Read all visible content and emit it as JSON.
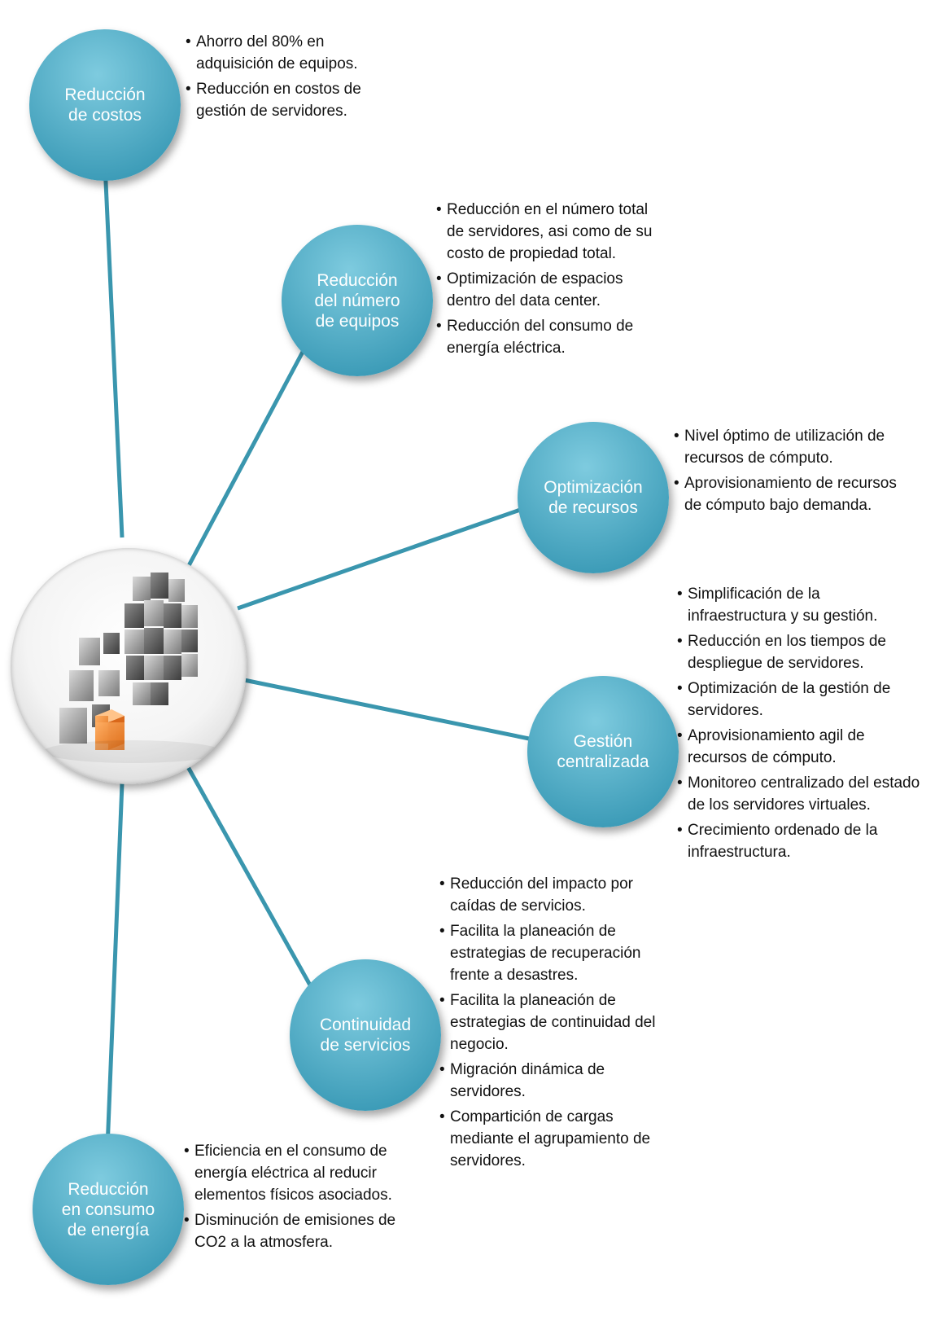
{
  "diagram": {
    "colors": {
      "line": "#3a96ae",
      "node_top": "#7ecbdf",
      "node_bottom": "#2b8fad",
      "node_text": "#ffffff",
      "accent_cube": "#f58a2a"
    },
    "hub": {
      "icon": "server-cubes-icon"
    },
    "nodes": [
      {
        "id": "costos",
        "label": "Reducción\nde costos",
        "bullets": [
          "Ahorro del 80% en adquisición de equipos.",
          "Reducción en costos de gestión de servidores."
        ]
      },
      {
        "id": "equipos",
        "label": "Reducción\ndel número\nde equipos",
        "bullets": [
          "Reducción en el número total de servidores, asi como de su costo de propiedad total.",
          "Optimización de espacios dentro del data center.",
          "Reducción del consumo de energía eléctrica."
        ]
      },
      {
        "id": "recursos",
        "label": "Optimización\nde recursos",
        "bullets": [
          "Nivel óptimo de utilización de recursos de cómputo.",
          "Aprovisionamiento de recursos de cómputo bajo demanda."
        ]
      },
      {
        "id": "gestion",
        "label": "Gestión\ncentralizada",
        "bullets": [
          "Simplificación de la infraestructura y su gestión.",
          "Reducción en los tiempos de despliegue de servidores.",
          "Optimización de la gestión de servidores.",
          "Aprovisionamiento agil de recursos de cómputo.",
          "Monitoreo centralizado del estado de los servidores virtuales.",
          "Crecimiento ordenado de la infraestructura."
        ]
      },
      {
        "id": "continuidad",
        "label": "Continuidad\nde servicios",
        "bullets": [
          "Reducción del impacto por caídas de servicios.",
          "Facilita la planeación de estrategias de recuperación frente a desastres.",
          "Facilita la planeación de estrategias de continuidad del negocio.",
          "Migración dinámica de servidores.",
          "Compartición de cargas mediante el agrupamiento de servidores."
        ]
      },
      {
        "id": "energia",
        "label": "Reducción\nen consumo\nde energía",
        "bullets": [
          "Eficiencia en el consumo de energía eléctrica al reducir elementos físicos asociados.",
          "Disminución de emisiones de CO2 a la atmosfera."
        ]
      }
    ]
  }
}
